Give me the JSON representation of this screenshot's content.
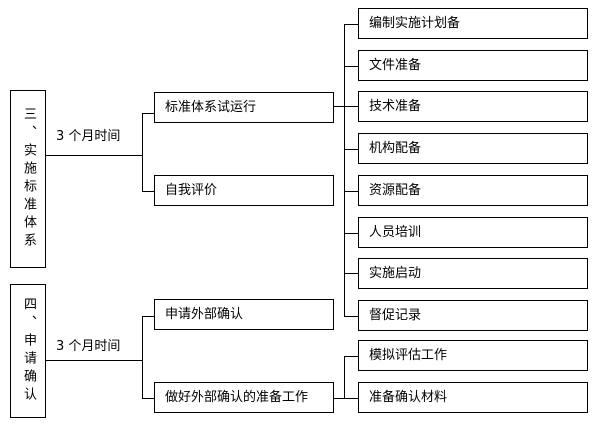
{
  "sections": [
    {
      "title": "三、实施标准体系",
      "duration": "3 个月时间",
      "steps": [
        {
          "label": "标准体系试运行"
        },
        {
          "label": "自我评价"
        }
      ]
    },
    {
      "title": "四、申请确认",
      "duration": "3 个月时间",
      "steps": [
        {
          "label": "申请外部确认"
        },
        {
          "label": "做好外部确认的准备工作"
        }
      ]
    }
  ],
  "trial_tasks": [
    "编制实施计划备",
    "文件准备",
    "技术准备",
    "机构配备",
    "资源配备",
    "人员培训",
    "实施启动",
    "督促记录"
  ],
  "prep_tasks": [
    "模拟评估工作",
    "准备确认材料"
  ]
}
